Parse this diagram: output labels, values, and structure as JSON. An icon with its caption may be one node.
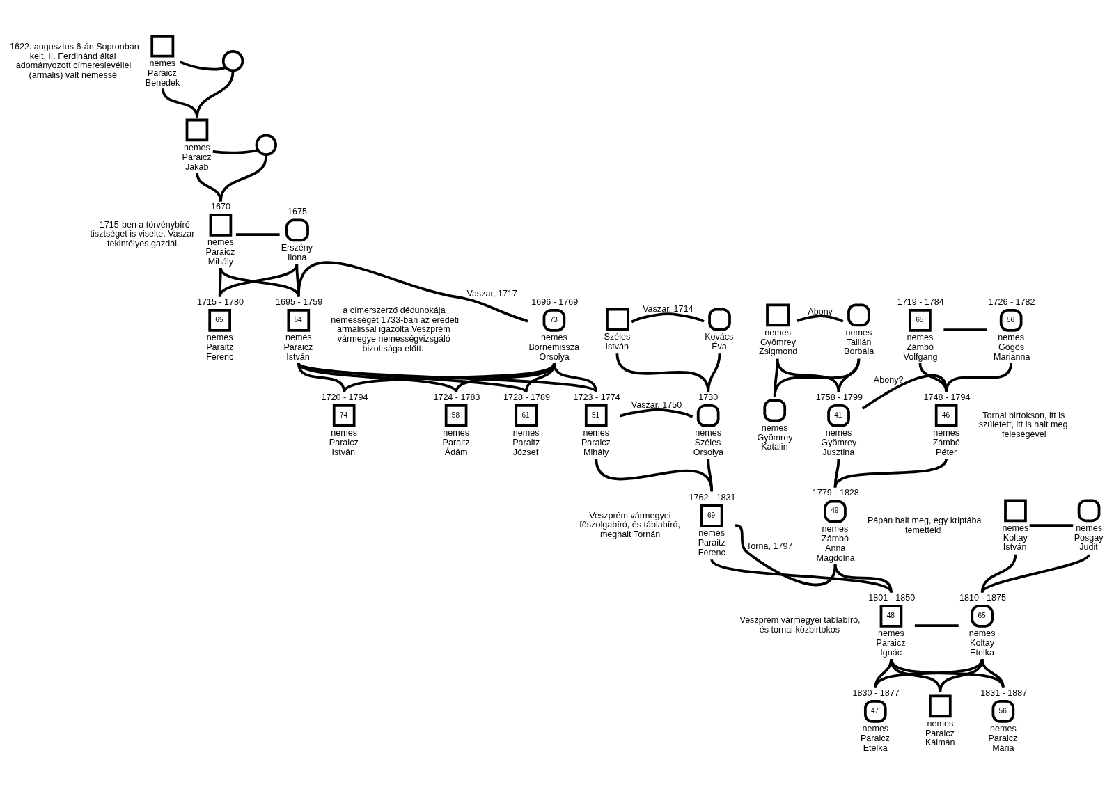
{
  "diagram": {
    "nodes": [
      {
        "text": [
          "nemes Paraicz Benedek"
        ],
        "beside": [
          "1622. augusztus 6-án Sopronban kelt, II. Ferdinánd által adományozott címereslevéllel (armalis) vált nemessé"
        ]
      },
      {
        "text": [],
        "shape": "circle"
      },
      {
        "text": [
          "nemes Paraicz Jakab"
        ]
      },
      {
        "text": [],
        "shape": "circle"
      },
      {
        "text": [
          "1670",
          "nemes Paraicz Mihály"
        ],
        "beside": [
          "1715-ben a törvénybíró tisztséget is viselte. Vaszar tekintélyes gazdái."
        ]
      },
      {
        "text": [
          "1675",
          "Erszény Ilona"
        ]
      },
      {
        "text": [
          "Széles István"
        ]
      },
      {
        "text": [
          "Kovács Éva"
        ]
      },
      {
        "text": [
          "1715 - 1780",
          "65",
          "nemes Paraitz Ferenc"
        ]
      },
      {
        "text": [
          "1695 - 1759",
          "64",
          "nemes Paraicz István"
        ],
        "beside": [
          "a címerszerző dédunokája nemességét 1733-ban az eredeti armalissal igazolta Veszprém vármegye nemességvizsgáló bizottsága előtt."
        ]
      },
      {
        "text": [
          "1696 - 1769",
          "73",
          "nemes Bornemissza Orsolya"
        ]
      },
      {
        "text": [
          "1719 - 1784",
          "65",
          "nemes Zámbó Volfgang"
        ]
      },
      {
        "text": [
          "1726 - 1782",
          "56",
          "nemes Gögös Marianna"
        ]
      },
      {
        "text": [
          "nemes Gyömrey Zsigmond"
        ]
      },
      {
        "text": [
          "nemes Tallián Borbála"
        ]
      },
      {
        "text": [
          "1720 - 1794",
          "74",
          "nemes Paraicz István"
        ]
      },
      {
        "text": [
          "1724 - 1783",
          "58",
          "nemes Paraitz Ádám"
        ]
      },
      {
        "text": [
          "1728 - 1789",
          "61",
          "nemes Paraitz József"
        ]
      },
      {
        "text": [
          "1723 - 1774",
          "51",
          "nemes Paraicz Mihály"
        ]
      },
      {
        "text": [
          "1730",
          "nemes Széles Orsolya"
        ]
      },
      {
        "text": [
          "nemes Gyömrey Katalin"
        ]
      },
      {
        "text": [
          "1758 - 1799",
          "41",
          "nemes Gyömrey Jusztina"
        ]
      },
      {
        "text": [
          "1748 - 1794",
          "46",
          "nemes Zámbó Péter"
        ],
        "beside": [
          "Tornai birtokson, itt is született, itt is halt meg feleségével"
        ]
      },
      {
        "text": [
          "1762 - 1831",
          "69",
          "nemes Paraitz Ferenc"
        ],
        "beside": [
          "Veszprém vármegyei főszolgabíró, és táblabíró, meghalt Tornán"
        ]
      },
      {
        "text": [
          "1779 - 1828",
          "49",
          "nemes Zámbó Anna Magdolna"
        ],
        "beside": [
          "Pápán halt meg, egy kriptába temették!"
        ]
      },
      {
        "text": [
          "nemes Koltay István"
        ]
      },
      {
        "text": [
          "nemes Posgay Judit"
        ]
      },
      {
        "text": [
          "1801 - 1850",
          "48",
          "nemes Paraicz Ignác"
        ],
        "beside": [
          "Veszprém vármegyei táblabíró, és tornai közbirtokos"
        ]
      },
      {
        "text": [
          "1810 - 1875",
          "65",
          "nemes Koltay Etelka"
        ]
      },
      {
        "text": [
          "1830 - 1877",
          "47",
          "nemes Paraicz Etelka"
        ]
      },
      {
        "text": [
          "nemes Paraicz Kálmán"
        ]
      },
      {
        "text": [
          "1831 - 1887",
          "56",
          "nemes Paraicz Mária"
        ]
      }
    ],
    "edges": [
      {
        "from": 0,
        "to": 1,
        "arrow": "none"
      },
      {
        "from": 0,
        "to": 2,
        "arrow": "none"
      },
      {
        "from": 1,
        "to": 2,
        "arrow": "none"
      },
      {
        "from": 2,
        "to": 3,
        "arrow": "none"
      },
      {
        "from": 2,
        "to": 4,
        "arrow": "none"
      },
      {
        "from": 3,
        "to": 4,
        "arrow": "none"
      },
      {
        "from": 4,
        "to": 5,
        "arrow": "none"
      },
      {
        "from": 4,
        "to": 8,
        "arrow": "none"
      },
      {
        "from": 5,
        "to": 8,
        "arrow": "none"
      },
      {
        "from": 4,
        "to": 9,
        "arrow": "none"
      },
      {
        "from": 5,
        "to": 9,
        "arrow": "none"
      },
      {
        "from": 6,
        "to": 7,
        "arrow": "none",
        "label": "Vaszar, 1714"
      },
      {
        "from": 6,
        "to": 19,
        "arrow": "none"
      },
      {
        "from": 7,
        "to": 19,
        "arrow": "none"
      },
      {
        "from": 9,
        "to": 10,
        "arrow": "none",
        "label": "Vaszar, 1717"
      },
      {
        "from": 9,
        "to": 15,
        "arrow": "none"
      },
      {
        "from": 10,
        "to": 15,
        "arrow": "none"
      },
      {
        "from": 9,
        "to": 16,
        "arrow": "none"
      },
      {
        "from": 10,
        "to": 16,
        "arrow": "none"
      },
      {
        "from": 9,
        "to": 17,
        "arrow": "none"
      },
      {
        "from": 10,
        "to": 17,
        "arrow": "none"
      },
      {
        "from": 9,
        "to": 18,
        "arrow": "none"
      },
      {
        "from": 10,
        "to": 18,
        "arrow": "none"
      },
      {
        "from": 11,
        "to": 12,
        "arrow": "none"
      },
      {
        "from": 11,
        "to": 22,
        "arrow": "none"
      },
      {
        "from": 12,
        "to": 22,
        "arrow": "none"
      },
      {
        "from": 13,
        "to": 14,
        "arrow": "none",
        "label": "Abony"
      },
      {
        "from": 13,
        "to": 20,
        "arrow": "none"
      },
      {
        "from": 14,
        "to": 20,
        "arrow": "none"
      },
      {
        "from": 13,
        "to": 21,
        "arrow": "none"
      },
      {
        "from": 14,
        "to": 21,
        "arrow": "none"
      },
      {
        "from": 18,
        "to": 19,
        "arrow": "none",
        "label": "Vaszar, 1750"
      },
      {
        "from": 18,
        "to": 23,
        "arrow": "none"
      },
      {
        "from": 19,
        "to": 23,
        "arrow": "none"
      },
      {
        "from": 21,
        "to": 22,
        "arrow": "none",
        "label": "Abony?"
      },
      {
        "from": 21,
        "to": 24,
        "arrow": "none"
      },
      {
        "from": 22,
        "to": 24,
        "arrow": "none"
      },
      {
        "from": 23,
        "to": 24,
        "arrow": "none",
        "label": "Torna, 1797"
      },
      {
        "from": 23,
        "to": 27,
        "arrow": "none"
      },
      {
        "from": 24,
        "to": 27,
        "arrow": "none"
      },
      {
        "from": 25,
        "to": 26,
        "arrow": "none"
      },
      {
        "from": 25,
        "to": 28,
        "arrow": "none"
      },
      {
        "from": 26,
        "to": 28,
        "arrow": "none"
      },
      {
        "from": 27,
        "to": 28,
        "arrow": "none"
      },
      {
        "from": 27,
        "to": 29,
        "arrow": "none"
      },
      {
        "from": 28,
        "to": 29,
        "arrow": "none"
      },
      {
        "from": 27,
        "to": 30,
        "arrow": "none"
      },
      {
        "from": 28,
        "to": 30,
        "arrow": "none"
      },
      {
        "from": 27,
        "to": 31,
        "arrow": "none"
      },
      {
        "from": 28,
        "to": 31,
        "arrow": "none"
      }
    ]
  }
}
